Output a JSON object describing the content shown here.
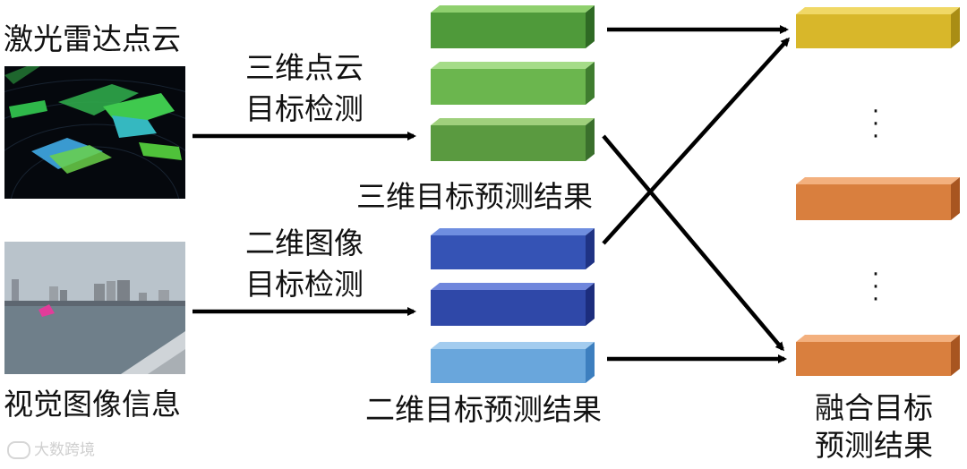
{
  "inputs": {
    "lidar_label": "激光雷达点云",
    "image_label": "视觉图像信息"
  },
  "detection": {
    "lidar_line1": "三维点云",
    "lidar_line2": "目标检测",
    "image_line1": "二维图像",
    "image_line2": "目标检测"
  },
  "results": {
    "lidar_result": "三维目标预测结果",
    "image_result": "二维目标预测结果",
    "fused_line1": "融合目标",
    "fused_line2": "预测结果"
  },
  "watermark": "大数跨境",
  "colors": {
    "green_dark": "#4f9a3a",
    "green_mid": "#67b24a",
    "green_light": "#7cc260",
    "blue_dark": "#2e47a8",
    "blue_mid": "#3e5fbe",
    "blue_light": "#69a6dc",
    "yellow": "#d8b72a",
    "orange": "#d97f3e"
  }
}
